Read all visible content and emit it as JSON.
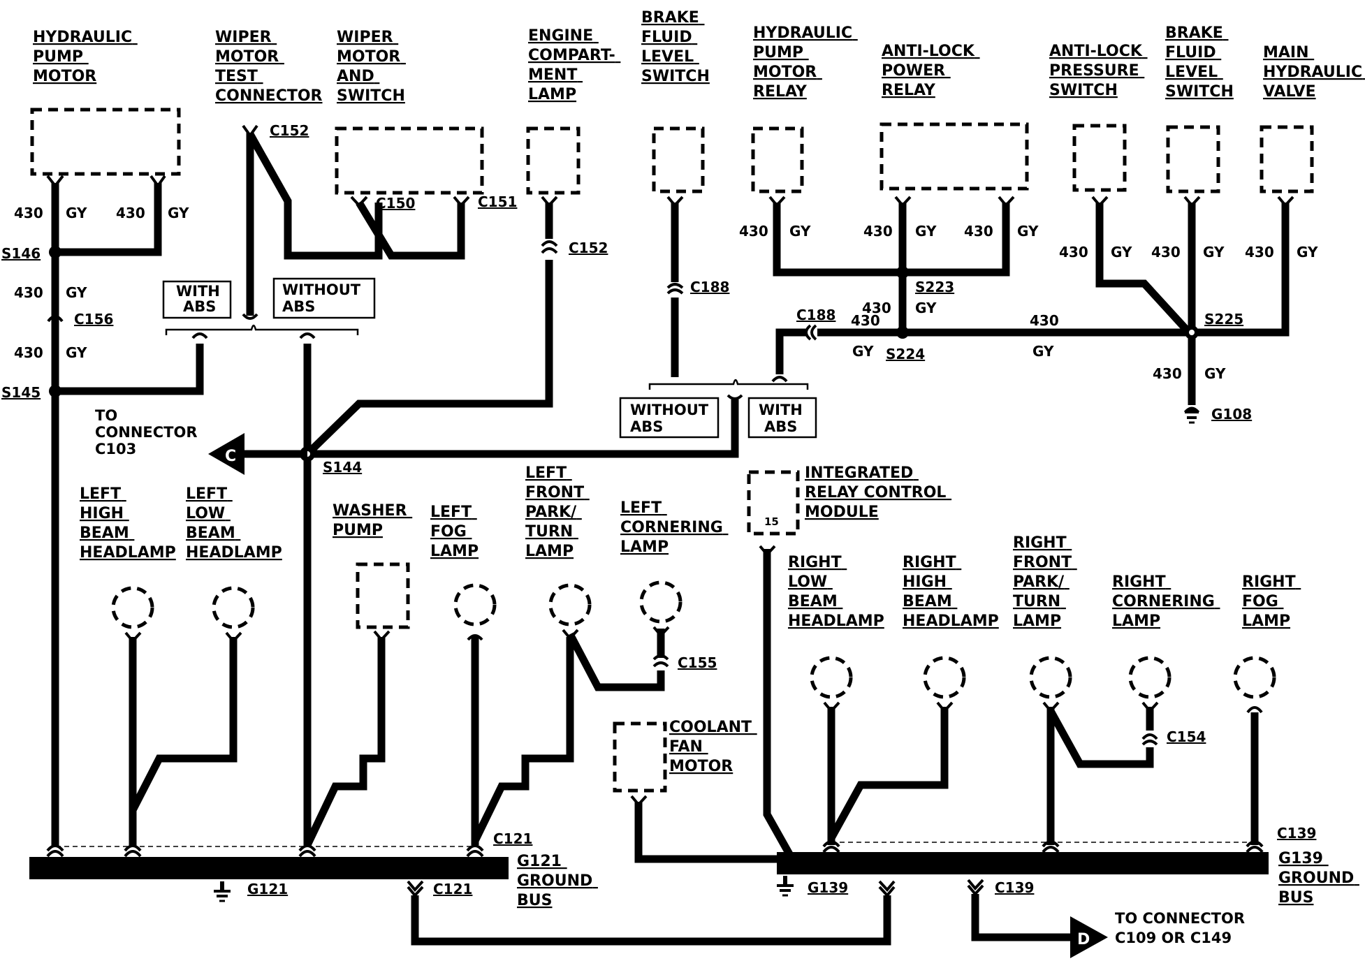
{
  "components": {
    "hydraulic_pump_motor": [
      "HYDRAULIC",
      "PUMP",
      "MOTOR"
    ],
    "wiper_motor_test_connector": [
      "WIPER",
      "MOTOR",
      "TEST",
      "CONNECTOR"
    ],
    "wiper_motor_and_switch": [
      "WIPER",
      "MOTOR",
      "AND",
      "SWITCH"
    ],
    "engine_compartment_lamp": [
      "ENGINE",
      "COMPART-",
      "MENT",
      "LAMP"
    ],
    "brake_fluid_level_switch_left": [
      "BRAKE",
      "FLUID",
      "LEVEL",
      "SWITCH"
    ],
    "hydraulic_pump_motor_relay": [
      "HYDRAULIC",
      "PUMP",
      "MOTOR",
      "RELAY"
    ],
    "anti_lock_power_relay": [
      "ANTI-LOCK",
      "POWER",
      "RELAY"
    ],
    "anti_lock_pressure_switch": [
      "ANTI-LOCK",
      "PRESSURE",
      "SWITCH"
    ],
    "brake_fluid_level_switch_right": [
      "BRAKE",
      "FLUID",
      "LEVEL",
      "SWITCH"
    ],
    "main_hydraulic_valve": [
      "MAIN",
      "HYDRAULIC",
      "VALVE"
    ],
    "left_high_beam_headlamp": [
      "LEFT",
      "HIGH",
      "BEAM",
      "HEADLAMP"
    ],
    "left_low_beam_headlamp": [
      "LEFT",
      "LOW",
      "BEAM",
      "HEADLAMP"
    ],
    "washer_pump": [
      "WASHER",
      "PUMP"
    ],
    "left_fog_lamp": [
      "LEFT",
      "FOG",
      "LAMP"
    ],
    "left_front_park_turn_lamp": [
      "LEFT",
      "FRONT",
      "PARK/",
      "TURN",
      "LAMP"
    ],
    "left_cornering_lamp": [
      "LEFT",
      "CORNERING",
      "LAMP"
    ],
    "integrated_relay_control_module": [
      "INTEGRATED",
      "RELAY CONTROL",
      "MODULE"
    ],
    "right_low_beam_headlamp": [
      "RIGHT",
      "LOW",
      "BEAM",
      "HEADLAMP"
    ],
    "right_high_beam_headlamp": [
      "RIGHT",
      "HIGH",
      "BEAM",
      "HEADLAMP"
    ],
    "right_front_park_turn_lamp": [
      "RIGHT",
      "FRONT",
      "PARK/",
      "TURN",
      "LAMP"
    ],
    "right_cornering_lamp": [
      "RIGHT",
      "CORNERING",
      "LAMP"
    ],
    "right_fog_lamp": [
      "RIGHT",
      "FOG",
      "LAMP"
    ],
    "coolant_fan_motor": [
      "COOLANT",
      "FAN",
      "MOTOR"
    ],
    "g121_ground_bus": [
      "G121",
      "GROUND",
      "BUS"
    ],
    "g139_ground_bus": [
      "G139",
      "GROUND",
      "BUS"
    ]
  },
  "module_pin": "15",
  "wire": {
    "circuit": "430",
    "color": "GY"
  },
  "connectors": {
    "c152": "C152",
    "c150": "C150",
    "c151": "C151",
    "c156": "C156",
    "c188": "C188",
    "c155": "C155",
    "c154": "C154",
    "c121": "C121",
    "c139": "C139"
  },
  "splices": {
    "s146": "S146",
    "s145": "S145",
    "s144": "S144",
    "s223": "S223",
    "s224": "S224",
    "s225": "S225"
  },
  "grounds": {
    "g108": "G108",
    "g121": "G121",
    "g139": "G139"
  },
  "options": {
    "with_abs": [
      "WITH",
      "ABS"
    ],
    "without_abs": [
      "WITHOUT",
      "ABS"
    ]
  },
  "offpage": {
    "c103": {
      "marker": "C",
      "lines": [
        "TO",
        "CONNECTOR",
        "C103"
      ]
    },
    "c109_c149": {
      "marker": "D",
      "lines": [
        "TO CONNECTOR",
        "C109 OR C149"
      ]
    }
  }
}
